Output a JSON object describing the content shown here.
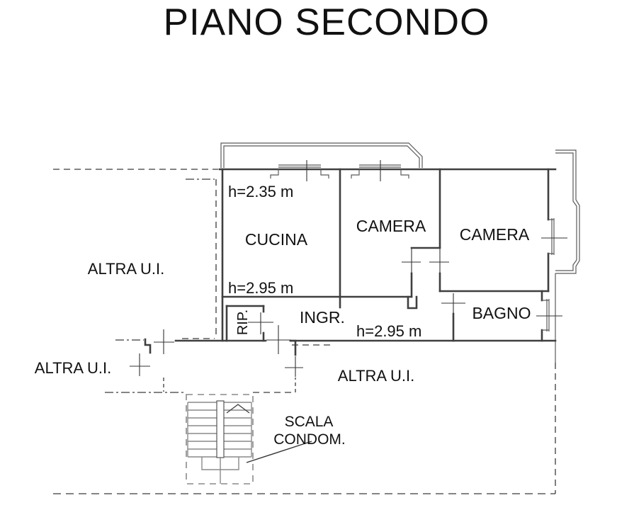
{
  "title": "PIANO SECONDO",
  "rooms": {
    "cucina": "CUCINA",
    "camera1": "CAMERA",
    "camera2": "CAMERA",
    "bagno": "BAGNO",
    "ingresso": "INGR.",
    "ripostiglio": "RIP."
  },
  "heights": {
    "cucina_top": "h=2.35 m",
    "cucina_bottom": "h=2.95 m",
    "ingresso": "h=2.95 m"
  },
  "other_units": {
    "upper_left": "ALTRA U.I.",
    "lower_left": "ALTRA U.I.",
    "bottom_center": "ALTRA U.I."
  },
  "stairs": {
    "line1": "SCALA",
    "line2": "CONDOM."
  },
  "colors": {
    "background": "#ffffff",
    "wall": "#3f3f3f",
    "thin_line": "#5a5a5a",
    "door_line": "#333333",
    "dashed_line": "#3a3a3a",
    "stair_line": "#8a8a8a",
    "text": "#111111"
  }
}
